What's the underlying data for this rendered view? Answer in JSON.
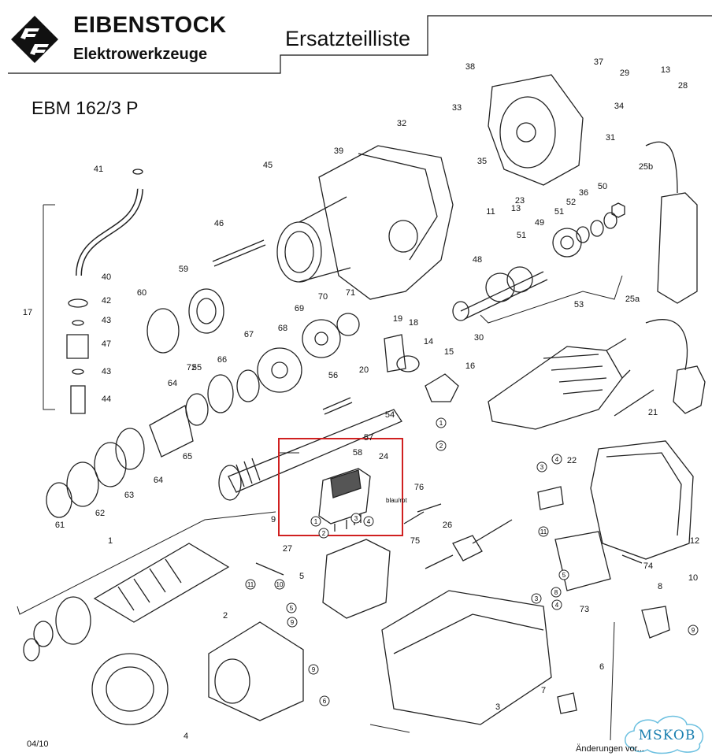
{
  "header": {
    "brand": "EIBENSTOCK",
    "subtitle": "Elektrowerkzeuge",
    "title": "Ersatzteilliste",
    "model": "EBM 162/3 P"
  },
  "footer": {
    "date": "04/10",
    "note": "Änderungen vor..."
  },
  "watermark": "MSKOB",
  "highlight_label": "blau/rot",
  "colors": {
    "highlight_box": "#d02020",
    "watermark": "#1a7fb0",
    "line": "#222222"
  },
  "part_labels": [
    "1",
    "2",
    "3",
    "4",
    "5",
    "6",
    "7",
    "8",
    "9",
    "10",
    "11",
    "12",
    "13",
    "14",
    "15",
    "16",
    "17",
    "18",
    "19",
    "20",
    "21",
    "22",
    "23",
    "24",
    "25a",
    "25b",
    "26",
    "27",
    "28",
    "29",
    "30",
    "31",
    "32",
    "33",
    "34",
    "35",
    "36",
    "37",
    "38",
    "39",
    "40",
    "41",
    "42",
    "43",
    "44",
    "45",
    "46",
    "47",
    "48",
    "49",
    "50",
    "51",
    "52",
    "53",
    "54",
    "55",
    "56",
    "57",
    "58",
    "59",
    "60",
    "61",
    "62",
    "63",
    "64",
    "65",
    "66",
    "67",
    "68",
    "69",
    "70",
    "71",
    "72",
    "73",
    "74",
    "75",
    "76"
  ]
}
